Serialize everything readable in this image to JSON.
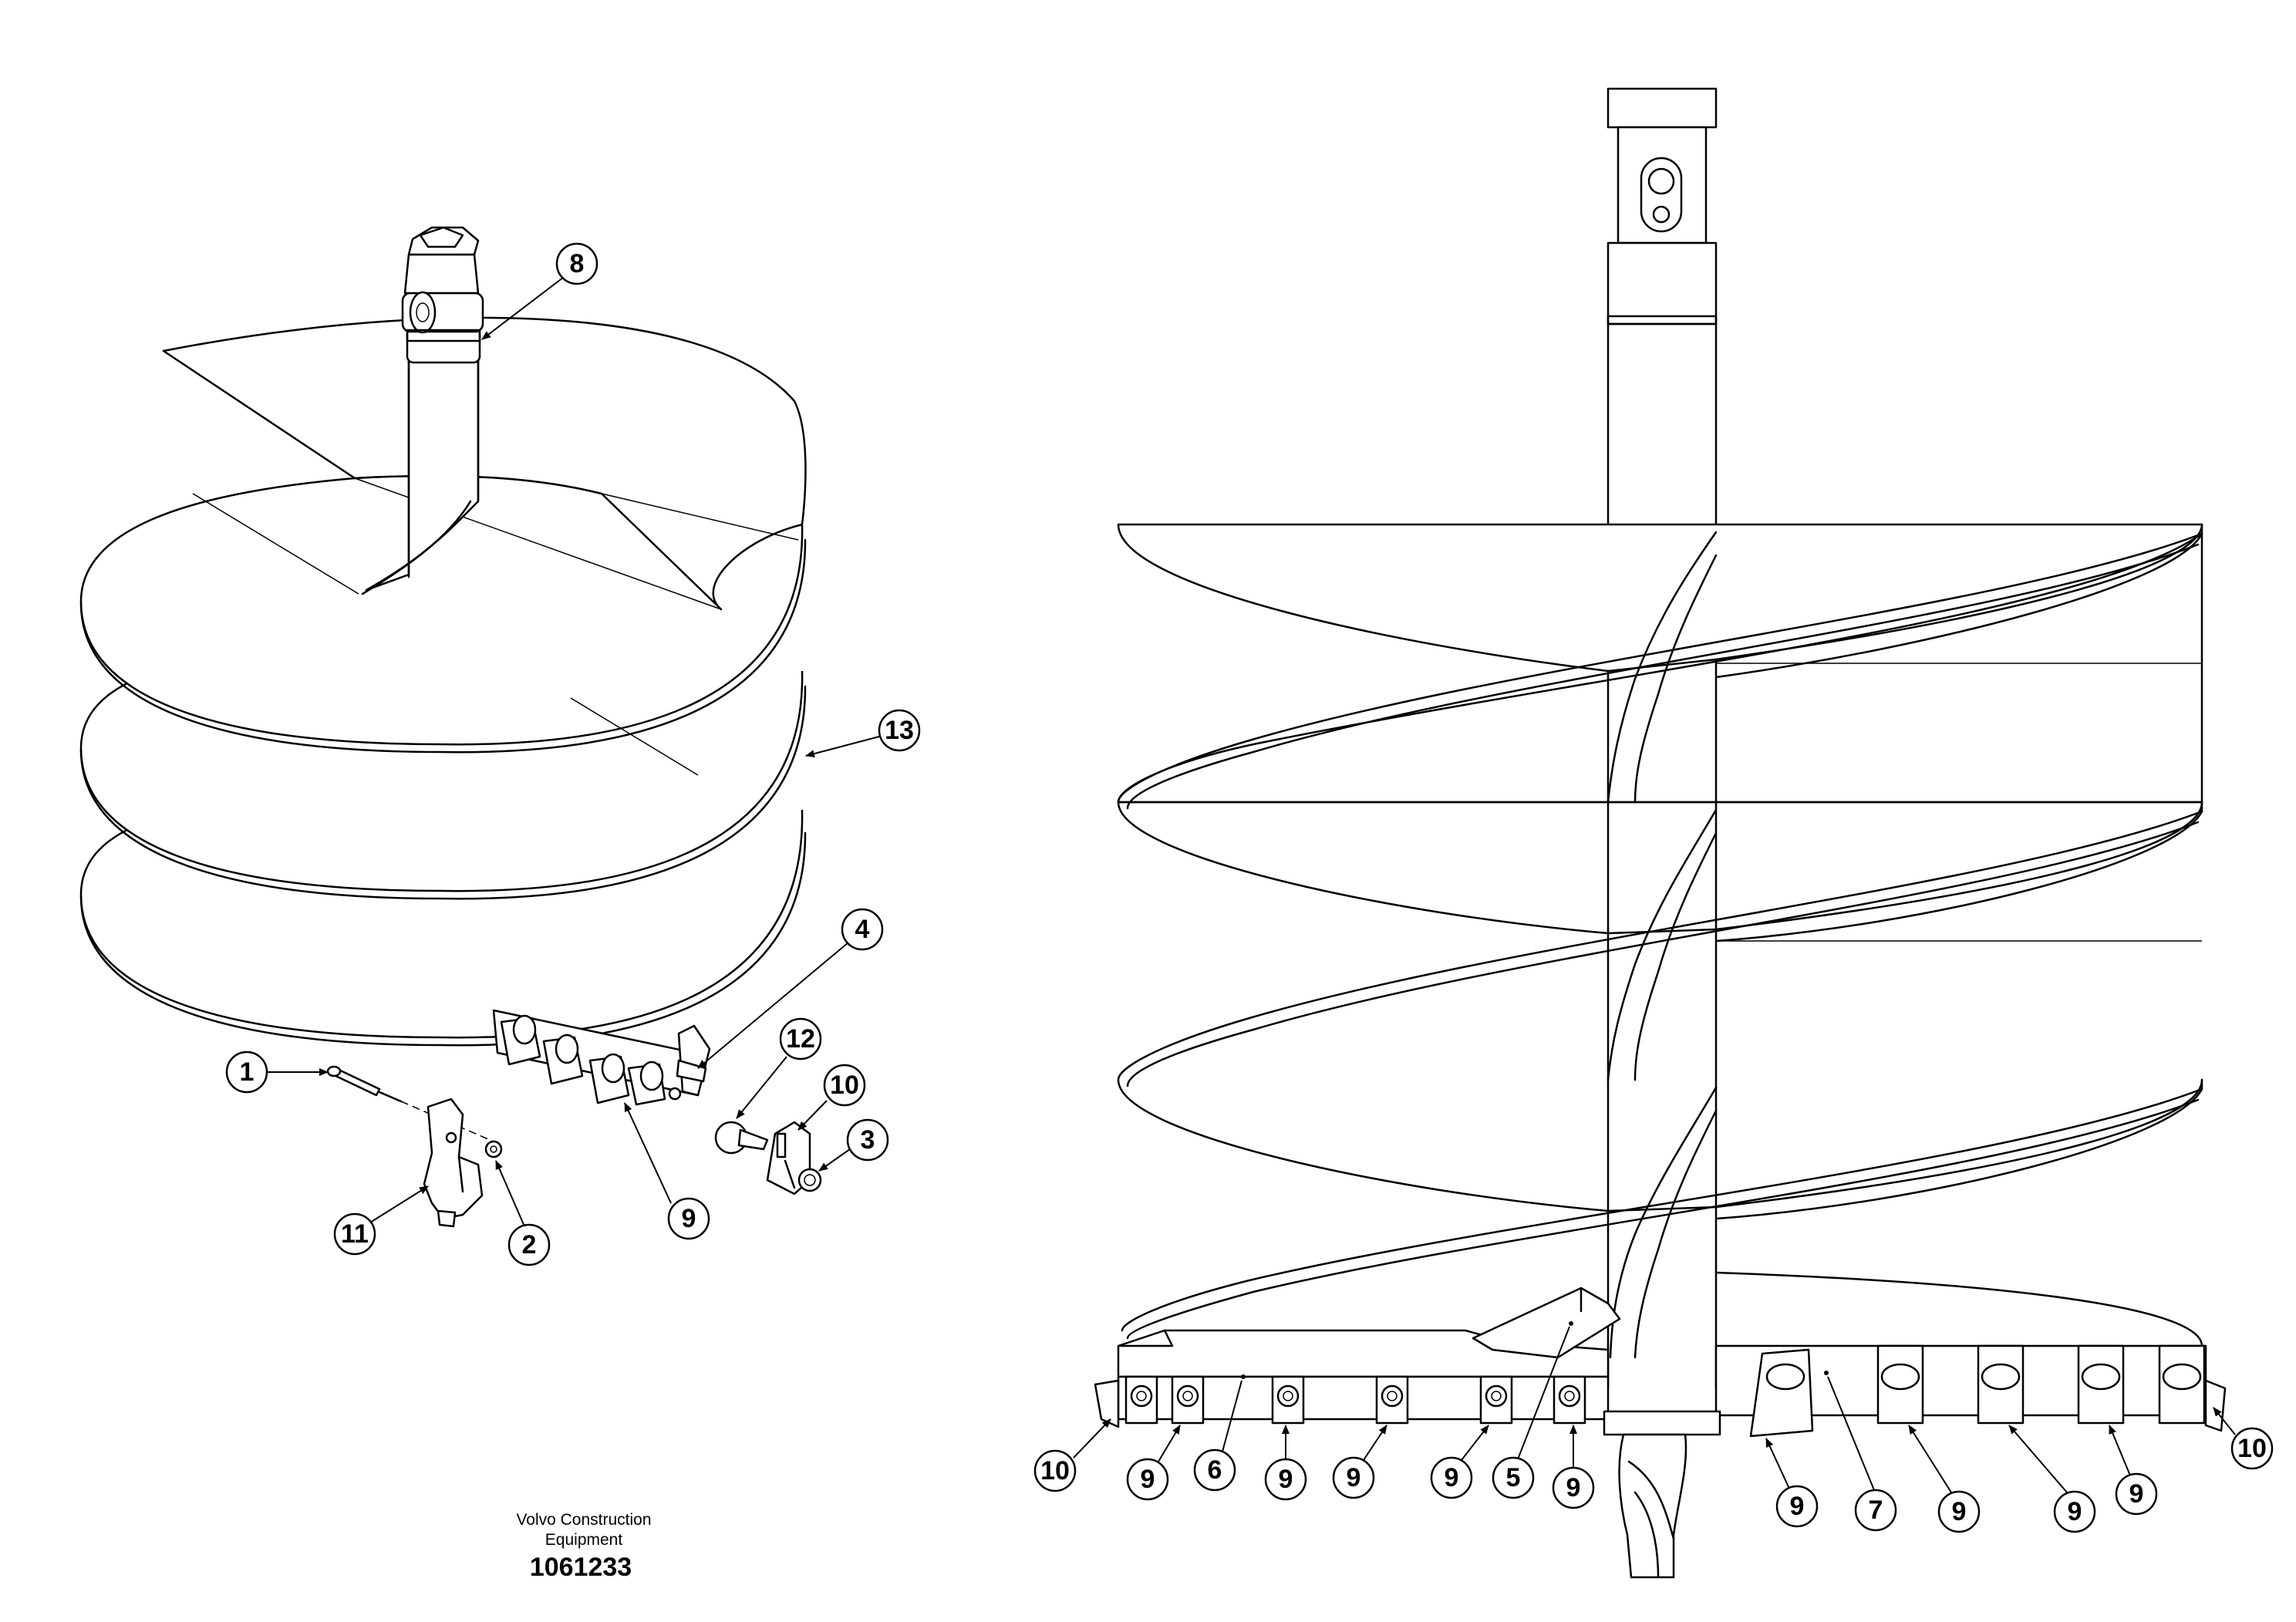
{
  "drawing": {
    "manufacturer_line1": "Volvo Construction",
    "manufacturer_line2": "Equipment",
    "part_number": "1061233"
  },
  "left_view": {
    "callouts": [
      "8",
      "13",
      "4",
      "12",
      "10",
      "3",
      "9",
      "1",
      "11",
      "2"
    ]
  },
  "right_view": {
    "callouts": [
      "10",
      "9",
      "6",
      "9",
      "9",
      "9",
      "5",
      "9",
      "9",
      "7",
      "9",
      "9",
      "9",
      "10"
    ]
  }
}
